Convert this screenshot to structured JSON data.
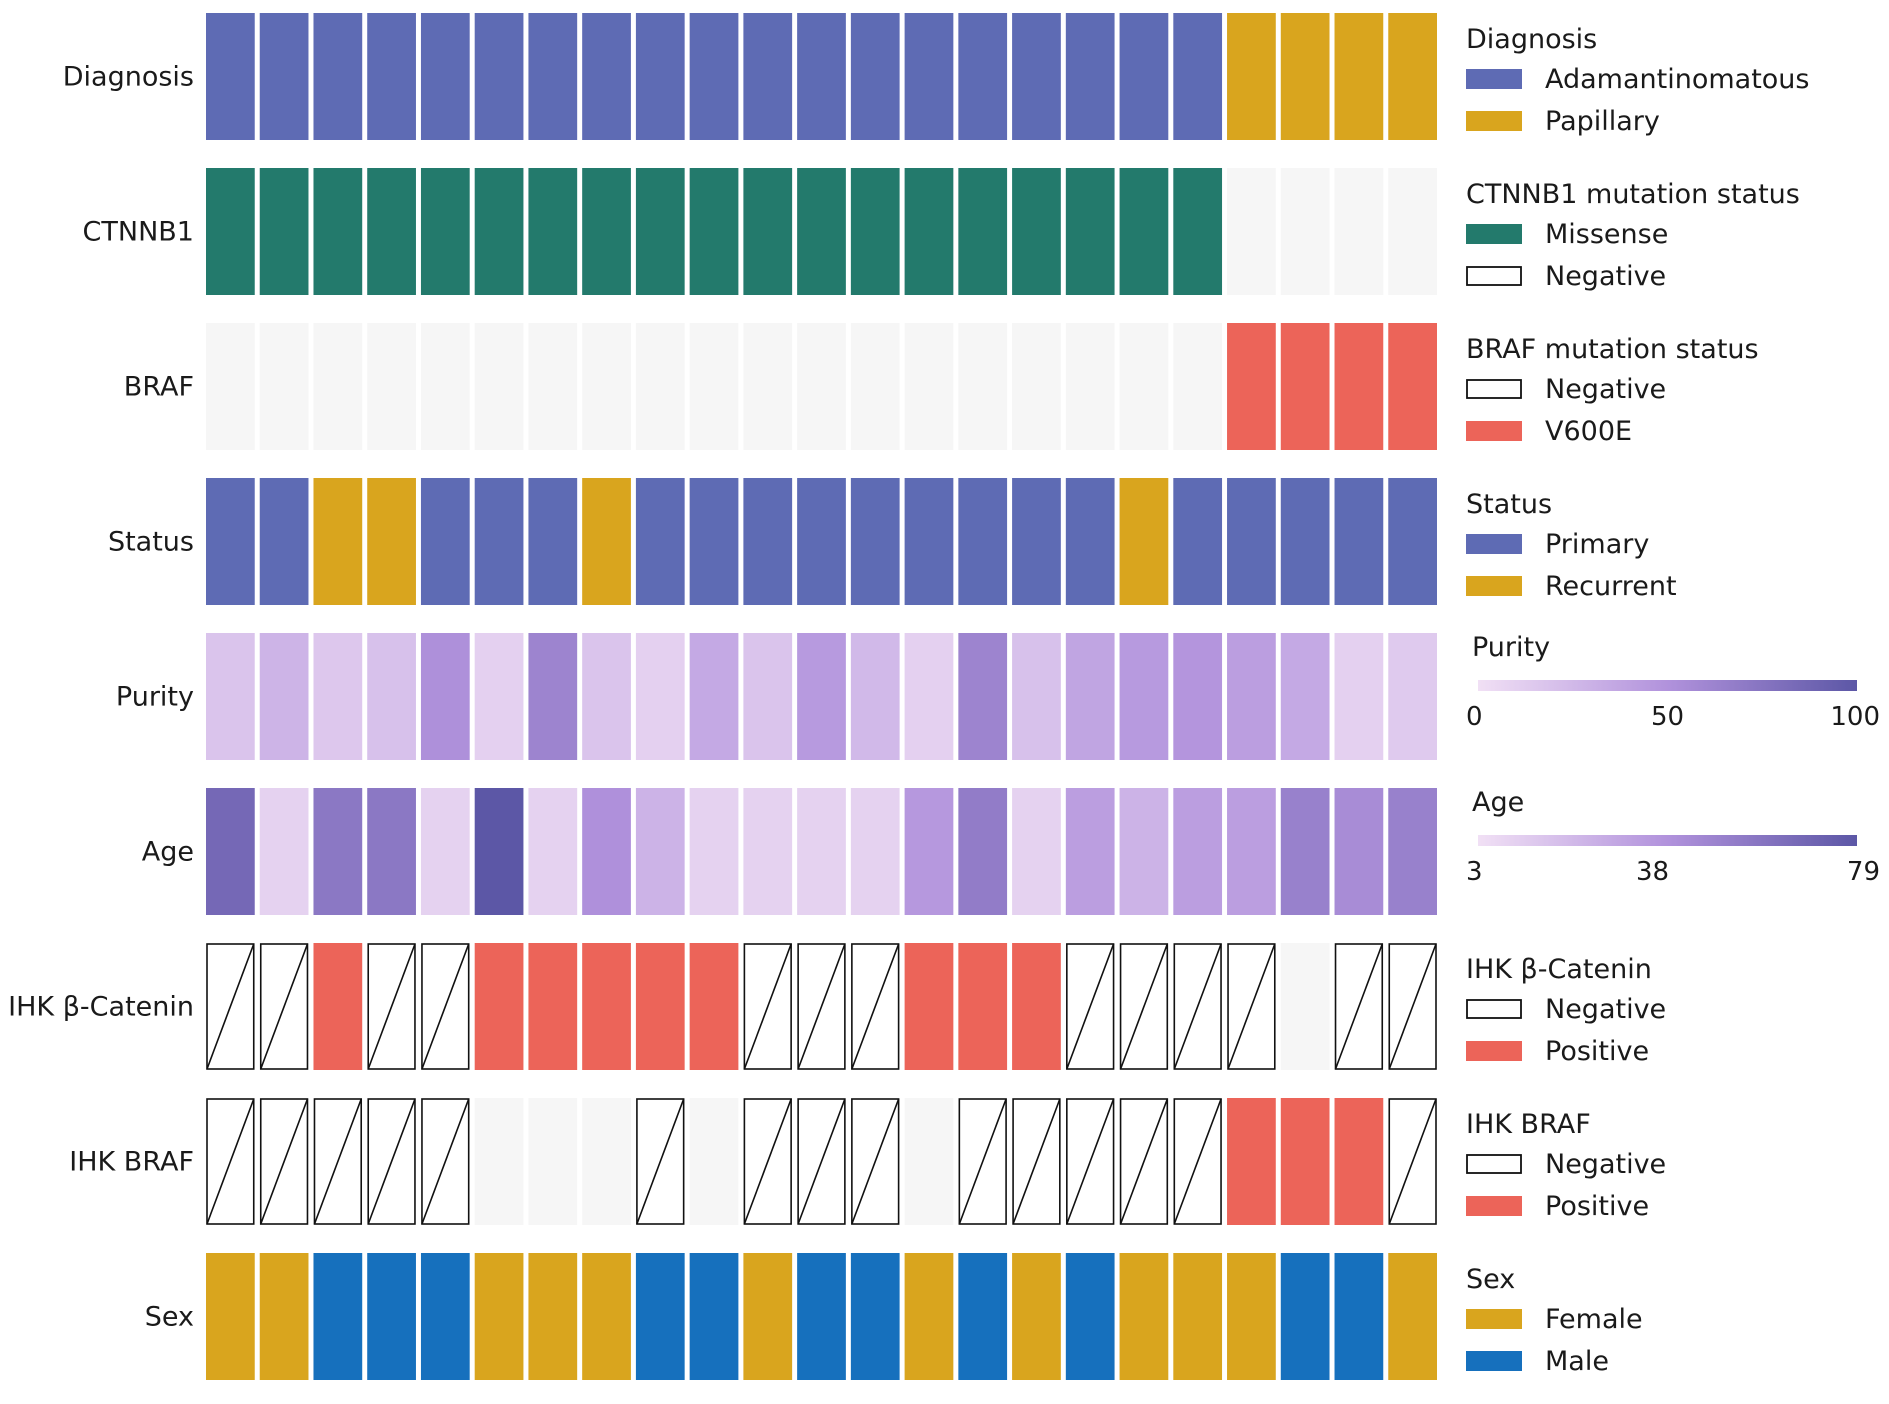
{
  "chart_data": {
    "type": "heatmap",
    "columns": 23,
    "colors": {
      "empty": "#f6f6f6",
      "purple": "#5e6bb4",
      "gold": "#d9a51e",
      "green": "#237a6c",
      "red": "#ec6459",
      "blue": "#1670bd",
      "white": "#ffffff",
      "stroke": "#111111",
      "ramp_low": "#f1e0f5",
      "ramp_mid": "#b192dc",
      "ramp_high": "#5c57a6"
    },
    "rows": [
      {
        "label": "Diagnosis",
        "type": "categorical",
        "values": [
          "Adamantinomatous",
          "Adamantinomatous",
          "Adamantinomatous",
          "Adamantinomatous",
          "Adamantinomatous",
          "Adamantinomatous",
          "Adamantinomatous",
          "Adamantinomatous",
          "Adamantinomatous",
          "Adamantinomatous",
          "Adamantinomatous",
          "Adamantinomatous",
          "Adamantinomatous",
          "Adamantinomatous",
          "Adamantinomatous",
          "Adamantinomatous",
          "Adamantinomatous",
          "Adamantinomatous",
          "Adamantinomatous",
          "Papillary",
          "Papillary",
          "Papillary",
          "Papillary"
        ],
        "legend": {
          "title": "Diagnosis",
          "items": [
            {
              "label": "Adamantinomatous",
              "color": "#5e6bb4",
              "style": "fill"
            },
            {
              "label": "Papillary",
              "color": "#d9a51e",
              "style": "fill"
            }
          ]
        }
      },
      {
        "label": "CTNNB1",
        "type": "categorical",
        "values": [
          "Missense",
          "Missense",
          "Missense",
          "Missense",
          "Missense",
          "Missense",
          "Missense",
          "Missense",
          "Missense",
          "Missense",
          "Missense",
          "Missense",
          "Missense",
          "Missense",
          "Missense",
          "Missense",
          "Missense",
          "Missense",
          "Missense",
          null,
          null,
          null,
          null
        ],
        "legend": {
          "title": "CTNNB1 mutation status",
          "items": [
            {
              "label": "Missense",
              "color": "#237a6c",
              "style": "fill"
            },
            {
              "label": "Negative",
              "color": "#ffffff",
              "style": "outline"
            }
          ]
        }
      },
      {
        "label": "BRAF",
        "type": "categorical",
        "values": [
          null,
          null,
          null,
          null,
          null,
          null,
          null,
          null,
          null,
          null,
          null,
          null,
          null,
          null,
          null,
          null,
          null,
          null,
          null,
          "V600E",
          "V600E",
          "V600E",
          "V600E"
        ],
        "legend": {
          "title": "BRAF mutation status",
          "items": [
            {
              "label": "Negative",
              "color": "#ffffff",
              "style": "outline"
            },
            {
              "label": "V600E",
              "color": "#ec6459",
              "style": "fill"
            }
          ]
        }
      },
      {
        "label": "Status",
        "type": "categorical",
        "values": [
          "Primary",
          "Primary",
          "Recurrent",
          "Recurrent",
          "Primary",
          "Primary",
          "Primary",
          "Recurrent",
          "Primary",
          "Primary",
          "Primary",
          "Primary",
          "Primary",
          "Primary",
          "Primary",
          "Primary",
          "Primary",
          "Recurrent",
          "Primary",
          "Primary",
          "Primary",
          "Primary",
          "Primary"
        ],
        "legend": {
          "title": "Status",
          "items": [
            {
              "label": "Primary",
              "color": "#5e6bb4",
              "style": "fill"
            },
            {
              "label": "Recurrent",
              "color": "#d9a51e",
              "style": "fill"
            }
          ]
        }
      },
      {
        "label": "Purity",
        "type": "continuous",
        "min": 0,
        "max": 100,
        "values": [
          18,
          28,
          16,
          20,
          52,
          10,
          62,
          18,
          10,
          35,
          18,
          45,
          25,
          10,
          62,
          20,
          38,
          45,
          48,
          42,
          35,
          10,
          14
        ],
        "legend": {
          "title": "Purity",
          "ticks": [
            0,
            50,
            100
          ]
        }
      },
      {
        "label": "Age",
        "type": "continuous",
        "min": 3,
        "max": 79,
        "values": [
          68,
          10,
          58,
          58,
          10,
          79,
          10,
          42,
          25,
          10,
          10,
          10,
          10,
          38,
          55,
          10,
          35,
          25,
          35,
          35,
          52,
          45,
          52
        ],
        "legend": {
          "title": "Age",
          "ticks": [
            3,
            38,
            79
          ]
        }
      },
      {
        "label": "IHK β-Catenin",
        "type": "categorical",
        "values": [
          "Negative",
          "Negative",
          "Positive",
          "Negative",
          "Negative",
          "Positive",
          "Positive",
          "Positive",
          "Positive",
          "Positive",
          "Negative",
          "Negative",
          "Negative",
          "Positive",
          "Positive",
          "Positive",
          "Negative",
          "Negative",
          "Negative",
          "Negative",
          null,
          "Negative",
          "Negative"
        ],
        "legend": {
          "title": "IHK β-Catenin",
          "items": [
            {
              "label": "Negative",
              "color": "#ffffff",
              "style": "outline"
            },
            {
              "label": "Positive",
              "color": "#ec6459",
              "style": "fill"
            }
          ]
        }
      },
      {
        "label": "IHK BRAF",
        "type": "categorical",
        "values": [
          "Negative",
          "Negative",
          "Negative",
          "Negative",
          "Negative",
          null,
          null,
          null,
          "Negative",
          null,
          "Negative",
          "Negative",
          "Negative",
          null,
          "Negative",
          "Negative",
          "Negative",
          "Negative",
          "Negative",
          "Positive",
          "Positive",
          "Positive",
          "Negative"
        ],
        "legend": {
          "title": "IHK BRAF",
          "items": [
            {
              "label": "Negative",
              "color": "#ffffff",
              "style": "outline"
            },
            {
              "label": "Positive",
              "color": "#ec6459",
              "style": "fill"
            }
          ]
        }
      },
      {
        "label": "Sex",
        "type": "categorical",
        "values": [
          "Female",
          "Female",
          "Male",
          "Male",
          "Male",
          "Female",
          "Female",
          "Female",
          "Male",
          "Male",
          "Female",
          "Male",
          "Male",
          "Female",
          "Male",
          "Female",
          "Male",
          "Female",
          "Female",
          "Female",
          "Male",
          "Male",
          "Female"
        ],
        "legend": {
          "title": "Sex",
          "items": [
            {
              "label": "Female",
              "color": "#d9a51e",
              "style": "fill"
            },
            {
              "label": "Male",
              "color": "#1670bd",
              "style": "fill"
            }
          ]
        }
      }
    ]
  }
}
